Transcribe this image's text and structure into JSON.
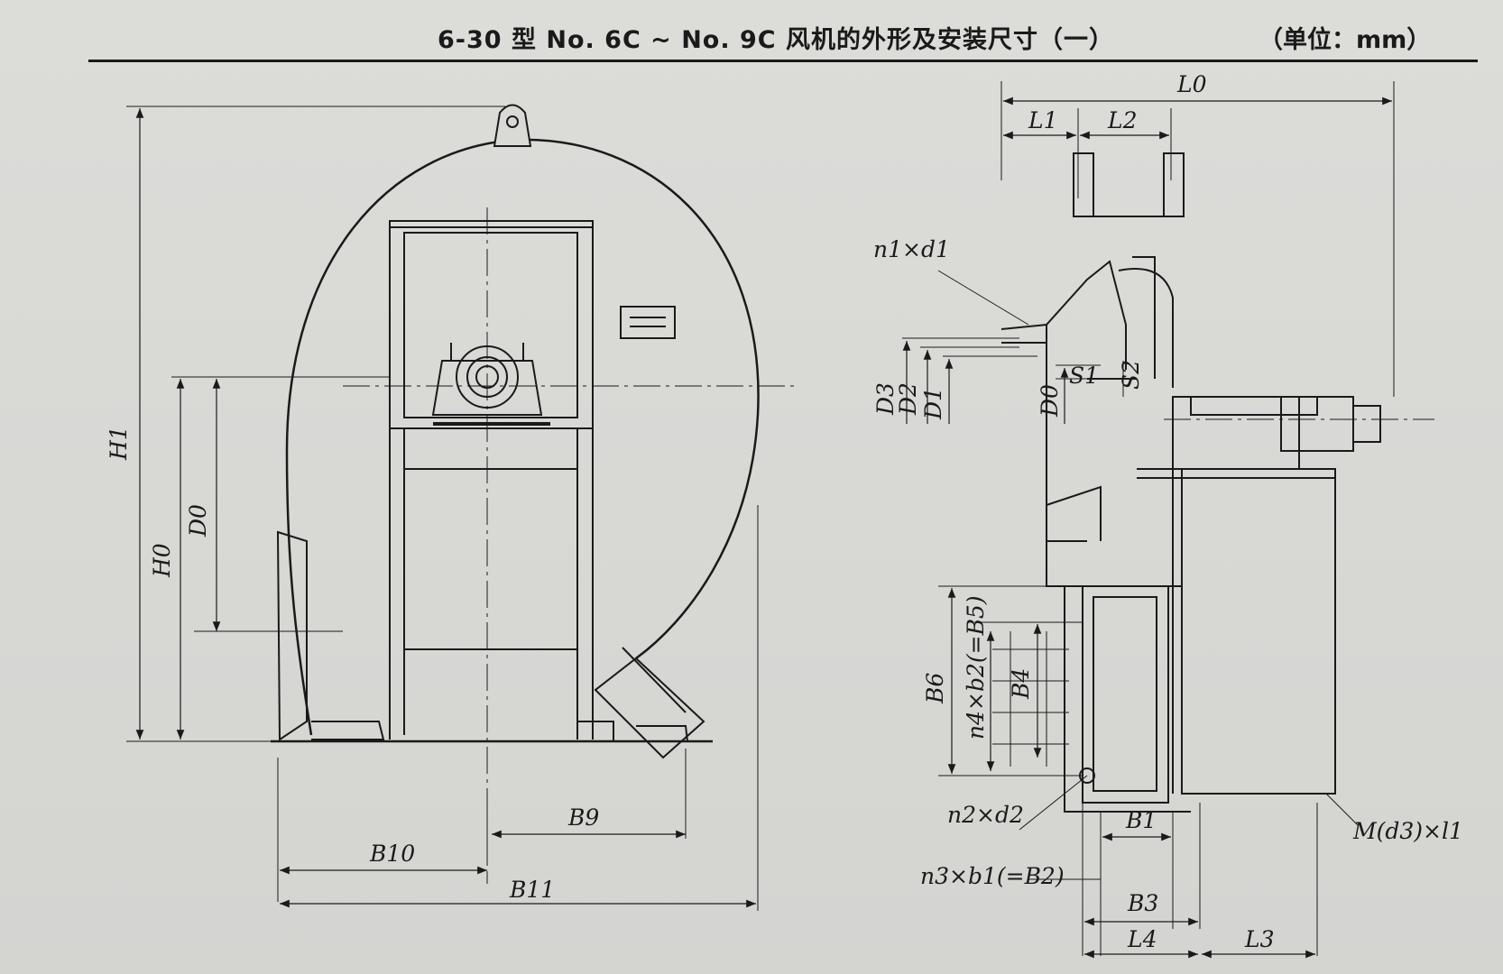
{
  "header": {
    "title": "6-30 型 No. 6C ~ No. 9C 风机的外形及安装尺寸（一）",
    "unit": "（单位：mm）"
  },
  "front_view": {
    "labels": {
      "H1": "H1",
      "H0": "H0",
      "D0": "D0",
      "B9": "B9",
      "B10": "B10",
      "B11": "B11"
    }
  },
  "side_view": {
    "labels": {
      "L0": "L0",
      "L1": "L1",
      "L2": "L2",
      "L3": "L3",
      "L4": "L4",
      "n1d1": "n1×d1",
      "S1": "S1",
      "S2": "S2",
      "D0": "D0",
      "D1": "D1",
      "D2": "D2",
      "D3": "D3",
      "B1": "B1",
      "B3": "B3",
      "B4": "B4",
      "B6": "B6",
      "n4b2": "n4×b2(=B5)",
      "n2d2": "n2×d2",
      "n3b1": "n3×b1(=B2)",
      "Md3l1": "M(d3)×l1"
    }
  },
  "colors": {
    "ink": "#1a1a1a",
    "paper": "#d9d9d6"
  }
}
